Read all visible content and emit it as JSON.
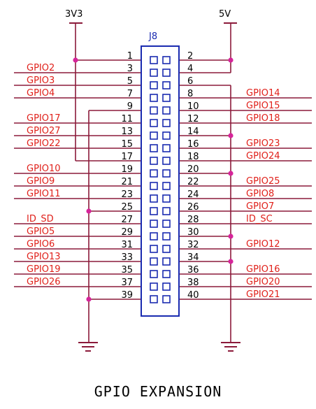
{
  "power": {
    "left_label": "3V3",
    "right_label": "5V"
  },
  "connector": {
    "ref": "J8",
    "rows": [
      {
        "left_pin": "1",
        "left_net": "",
        "right_pin": "2",
        "right_net": ""
      },
      {
        "left_pin": "3",
        "left_net": "GPIO2",
        "right_pin": "4",
        "right_net": ""
      },
      {
        "left_pin": "5",
        "left_net": "GPIO3",
        "right_pin": "6",
        "right_net": ""
      },
      {
        "left_pin": "7",
        "left_net": "GPIO4",
        "right_pin": "8",
        "right_net": "GPIO14"
      },
      {
        "left_pin": "9",
        "left_net": "",
        "right_pin": "10",
        "right_net": "GPIO15"
      },
      {
        "left_pin": "11",
        "left_net": "GPIO17",
        "right_pin": "12",
        "right_net": "GPIO18"
      },
      {
        "left_pin": "13",
        "left_net": "GPIO27",
        "right_pin": "14",
        "right_net": ""
      },
      {
        "left_pin": "15",
        "left_net": "GPIO22",
        "right_pin": "16",
        "right_net": "GPIO23"
      },
      {
        "left_pin": "17",
        "left_net": "",
        "right_pin": "18",
        "right_net": "GPIO24"
      },
      {
        "left_pin": "19",
        "left_net": "GPIO10",
        "right_pin": "20",
        "right_net": ""
      },
      {
        "left_pin": "21",
        "left_net": "GPIO9",
        "right_pin": "22",
        "right_net": "GPIO25"
      },
      {
        "left_pin": "23",
        "left_net": "GPIO11",
        "right_pin": "24",
        "right_net": "GPIO8"
      },
      {
        "left_pin": "25",
        "left_net": "",
        "right_pin": "26",
        "right_net": "GPIO7"
      },
      {
        "left_pin": "27",
        "left_net": "ID_SD",
        "right_pin": "28",
        "right_net": "ID_SC"
      },
      {
        "left_pin": "29",
        "left_net": "GPIO5",
        "right_pin": "30",
        "right_net": ""
      },
      {
        "left_pin": "31",
        "left_net": "GPIO6",
        "right_pin": "32",
        "right_net": "GPIO12"
      },
      {
        "left_pin": "33",
        "left_net": "GPIO13",
        "right_pin": "34",
        "right_net": ""
      },
      {
        "left_pin": "35",
        "left_net": "GPIO19",
        "right_pin": "36",
        "right_net": "GPIO16"
      },
      {
        "left_pin": "37",
        "left_net": "GPIO26",
        "right_pin": "38",
        "right_net": "GPIO20"
      },
      {
        "left_pin": "39",
        "left_net": "",
        "right_pin": "40",
        "right_net": "GPIO21"
      }
    ]
  },
  "caption": "GPIO EXPANSION",
  "colors": {
    "wire": "#8b1a3a",
    "net_label": "#e0201a",
    "component": "#1a2bb0",
    "junction": "#d6249a",
    "ground": "#8b1a3a"
  }
}
